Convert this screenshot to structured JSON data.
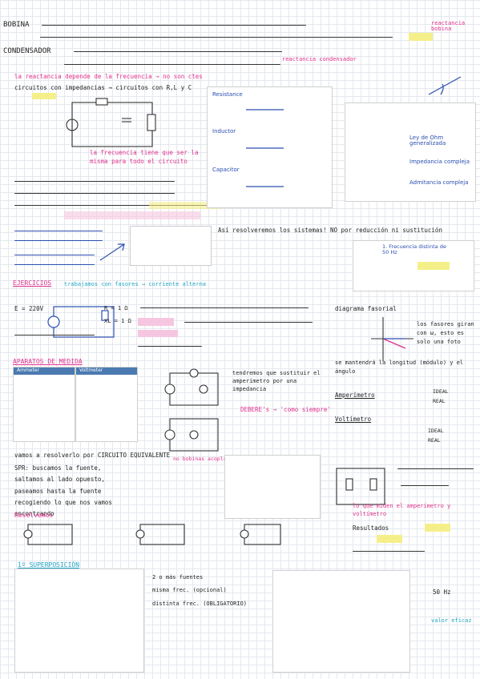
{
  "colors": {
    "pink": "#e0308c",
    "pink_highlight": "#f6c6e0",
    "yellow_highlight": "#f5ef8a",
    "cyan_highlight": "#bfeff5",
    "blue_ink": "#2a4fb0",
    "cyan_ink": "#22a6c4",
    "black_ink": "#222222"
  },
  "headings": {
    "bobina": "BOBINA",
    "condensador": "CONDENSADOR",
    "ejercicios": "EJERCICIOS",
    "aparatos": "APARATOS DE MEDIDA",
    "superposicion": "1º SUPERPOSICIÓN",
    "resolvemos": "Resolvemos"
  },
  "annotations": {
    "reactancia_bobina": "reactancia bobina",
    "reactancia_condensador": "reactancia condensador",
    "frecuencia_ctes": "la reactancia depende de la frecuencia → no son ctes",
    "circuitos": "circuitos con impedancias → circuitos con R,L y C",
    "frecuencia_igual": "la frecuencia tiene que ser la misma para todo el circuito",
    "resolvemos_sistemas": "Así resolveremos los sistemas! NO por reducción ni sustitución",
    "trabajamos_fasores": "trabajamos con fasores → corriente alterna",
    "diagrama_fasorial": "diagrama fasorial",
    "los_fasores_giran": "los fasores giran con ω, esto es solo una foto",
    "modulo_angulo": "se mantendrá la longitud (módulo) y el ángulo",
    "sustituir": "tendremos que sustituir el amperímetro por una impedancia",
    "debere": "DEBERE's → 'como siempre'",
    "amperimetro": "Amperímetro",
    "voltimetro": "Voltímetro",
    "ideal": "IDEAL",
    "real": "REAL",
    "circuito_equivalente": "vamos a resolverlo por CIRCUITO EQUIVALENTE",
    "no_acopladas": "no bobinas acopladas",
    "spr": "SPR: buscamos la fuente, saltamos al lado opuesto, paseamos hasta la fuente recogiendo lo que nos vamos encontrando",
    "lo_que_miden": "lo que miden el amperímetro y voltímetro",
    "resultados": "Resultados",
    "dos_o_mas": "2 o más fuentes",
    "misma_frec": "misma frec. (opcional)",
    "distinta_frec": "distinta frec. (OBLIGATORIO)",
    "valor_eficaz": "valor eficaz"
  },
  "ref_images": {
    "resistance": "Resistance",
    "inductor": "Inductor",
    "capacitor": "Capacitor",
    "ley_ohm": "Ley de Ohm generalizada",
    "impedancia": "Impedancia compleja",
    "admitancia": "Admitancia compleja",
    "ammeter": "Ammeter",
    "voltmeter": "Voltmeter",
    "frecuencia_box": "1. Frecuencia distinta de 50 Hz"
  },
  "values": {
    "e220": "E = 220V",
    "r1": "R = 1 Ω",
    "xl1": "XL = 1 Ω",
    "f50": "50 Hz"
  }
}
